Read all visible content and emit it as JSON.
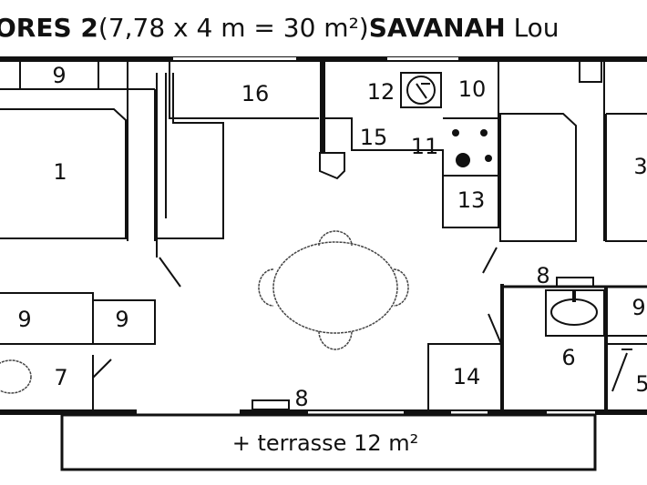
{
  "title": {
    "model": "ORES 2",
    "dimensions": "(7,78 x 4 m = 30 m²)",
    "name": "SAVANAH",
    "trailing": "Lou"
  },
  "labels": {
    "storage_top_left": "9",
    "room_16": "16",
    "oven_12": "12",
    "fridge_10": "10",
    "bed_1": "1",
    "room_15": "15",
    "hob_11": "11",
    "sink_13": "13",
    "bed_3": "3",
    "storage_left": "9",
    "storage_left_2": "9",
    "shower_7": "7",
    "storage_14": "14",
    "heater_left": "8",
    "heater_right": "8",
    "washbasin_6": "6",
    "storage_right": "9",
    "wc_5": "5"
  },
  "terrace": "+ terrasse 12 m²"
}
